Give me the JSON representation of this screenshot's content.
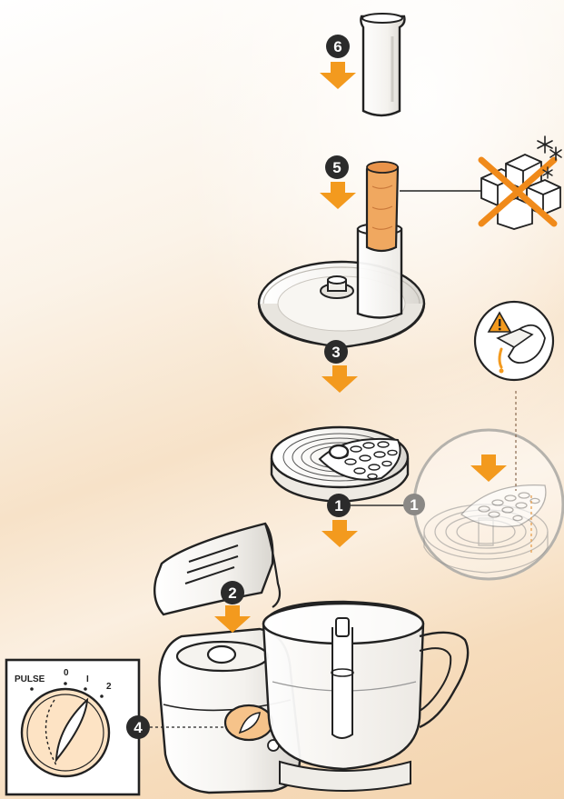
{
  "colors": {
    "arrow": "#f39a1e",
    "badge": "#2b2b2b",
    "peach": "#f6c38a",
    "food": "#f0a860",
    "cross": "#f08a1a"
  },
  "steps": [
    {
      "num": "6",
      "role": "pusher-step"
    },
    {
      "num": "5",
      "role": "food-insert-step"
    },
    {
      "num": "3",
      "role": "lid-step"
    },
    {
      "num": "1",
      "role": "disc-step"
    },
    {
      "num": "1",
      "role": "disc-detail-step"
    },
    {
      "num": "2",
      "role": "bowl-step"
    },
    {
      "num": "4",
      "role": "speed-dial-step"
    }
  ],
  "dial": {
    "labels": [
      "PULSE",
      "0",
      "I",
      "2"
    ]
  },
  "icons": [
    "arrow-down-icon",
    "ice-cubes-crossed-icon",
    "snowflake-icon",
    "caution-blade-icon"
  ]
}
